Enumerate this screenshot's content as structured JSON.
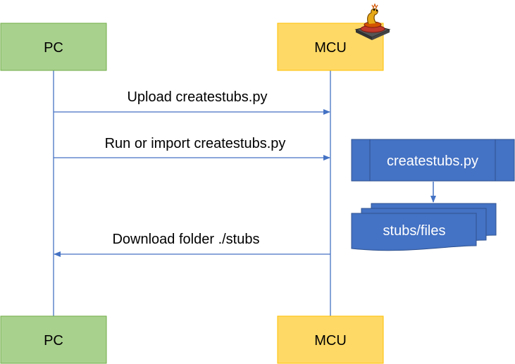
{
  "participants": {
    "pc": {
      "label": "PC",
      "fill": "#a9d18e",
      "stroke": "#70ad47"
    },
    "mcu": {
      "label": "MCU",
      "fill": "#ffd966",
      "stroke": "#ffc000"
    }
  },
  "messages": [
    {
      "label": "Upload createstubs.py",
      "direction": "pc-to-mcu"
    },
    {
      "label": "Run or import createstubs.py",
      "direction": "pc-to-mcu"
    },
    {
      "label": "Download folder ./stubs",
      "direction": "mcu-to-pc"
    }
  ],
  "process": {
    "label": "createstubs.py"
  },
  "output": {
    "label": "stubs/files"
  },
  "colors": {
    "line": "#4472c4",
    "process_fill": "#4472c4",
    "process_stroke": "#2f528f"
  },
  "logo": {
    "icon": "micropython-snake-logo-icon"
  }
}
